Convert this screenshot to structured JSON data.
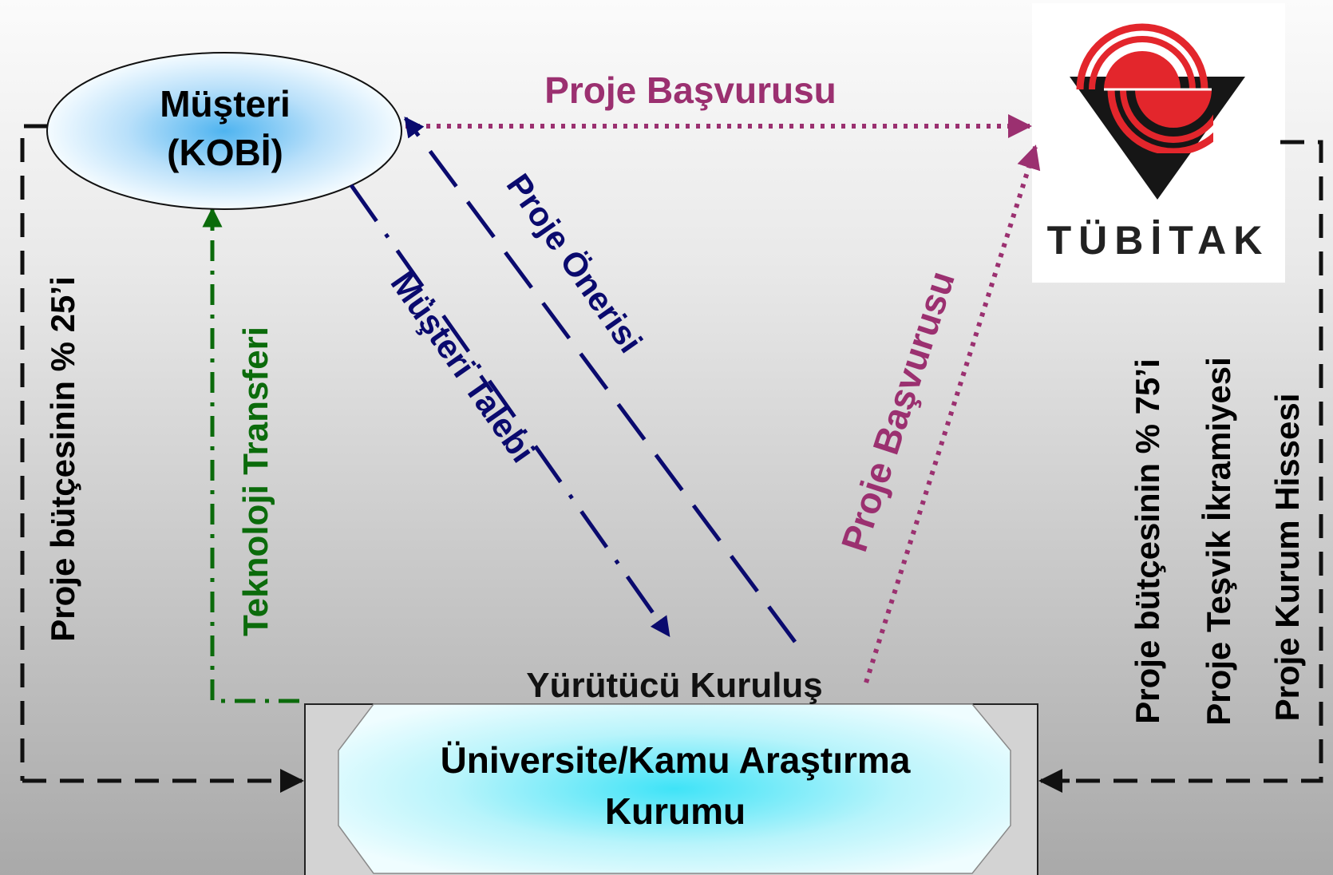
{
  "nodes": {
    "customer_line1": "Müşteri",
    "customer_line2": "(KOBİ)",
    "executor_label": "Yürütücü Kuruluş",
    "university_line1": "Üniversite/Kamu Araştırma",
    "university_line2": "Kurumu",
    "tubitak_logo_text": "TÜBİTAK"
  },
  "edges": {
    "application_top": "Proje  Başvurusu",
    "application_diag": "Proje  Başvurusu",
    "project_proposal": "Proje Önerisi",
    "customer_request": "Müşteri Talebi",
    "tech_transfer": "Teknoloji Transferi",
    "budget_25": "Proje bütçesinin % 25’i",
    "budget_75": "Proje bütçesinin % 75’i",
    "incentive_bonus": "Proje Teşvik İkramiyesi",
    "institution_share": "Proje Kurum Hissesi"
  },
  "colors": {
    "application": "#9b3070",
    "navy": "#0a0a6e",
    "green": "#0b6b0b",
    "black": "#111111",
    "tubitak_red": "#e3262c"
  }
}
